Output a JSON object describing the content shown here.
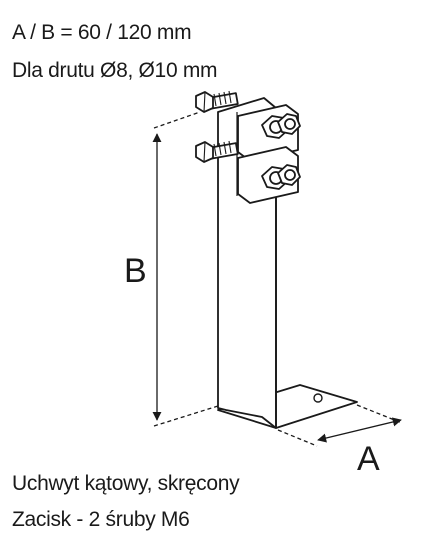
{
  "specs": {
    "dimensions": "A / B = 60 / 120 mm",
    "wire": "Dla drutu Ø8, Ø10 mm"
  },
  "dimension_labels": {
    "a": "A",
    "b": "B"
  },
  "caption": {
    "type": "Uchwyt kątowy, skręcony",
    "clamp": "Zacisk - 2 śruby M6"
  },
  "colors": {
    "line": "#1a1a1a",
    "fill": "#ffffff"
  }
}
